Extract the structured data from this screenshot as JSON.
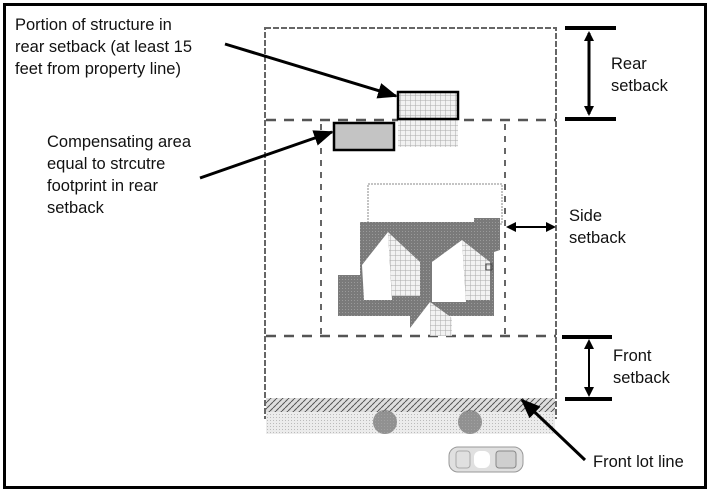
{
  "diagram": {
    "title": "Setback diagram",
    "labels": {
      "rear_portion": "Portion of structure in\nrear setback (at least 15\nfeet from property line)",
      "compensating": "Compensating area\nequal to strcutre\nfootprint in rear\nsetback",
      "rear_setback": "Rear\nsetback",
      "side_setback": "Side\nsetback",
      "front_setback": "Front\nsetback",
      "front_lot_line": "Front lot line"
    },
    "colors": {
      "line": "#000000",
      "dashed": "#555555",
      "roof": "#777777",
      "compensating_fill": "#c4c4c4",
      "hatch": "#cfcfcf"
    }
  }
}
